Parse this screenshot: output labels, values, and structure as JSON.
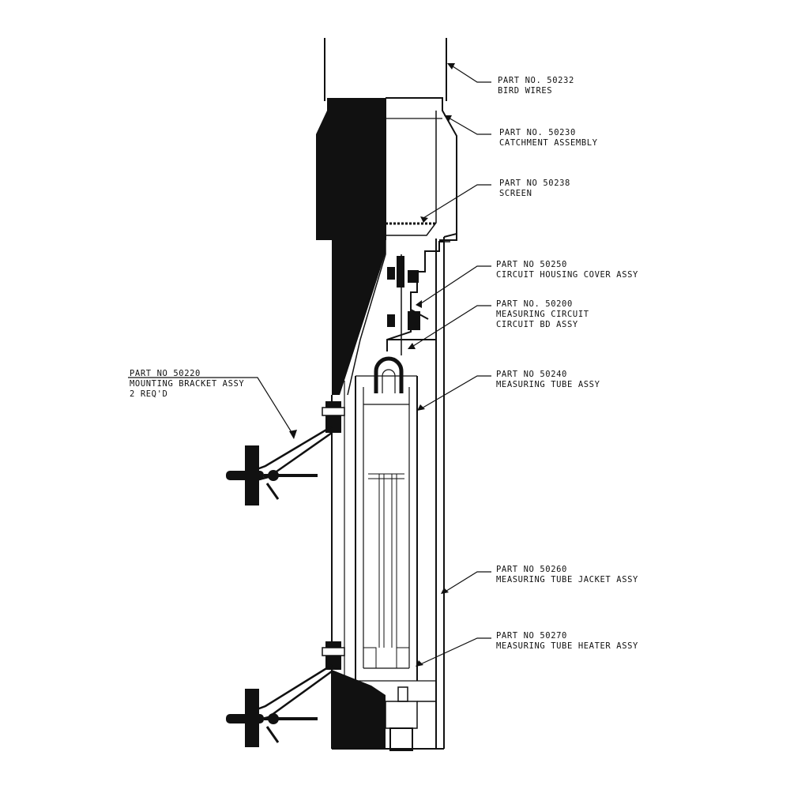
{
  "callouts": [
    {
      "id": "bird-wires",
      "lines": [
        "PART NO. 50232",
        "BIRD WIRES"
      ]
    },
    {
      "id": "catchment-assembly",
      "lines": [
        "PART NO. 50230",
        "CATCHMENT ASSEMBLY"
      ]
    },
    {
      "id": "screen",
      "lines": [
        "PART NO 50238",
        "SCREEN"
      ]
    },
    {
      "id": "circuit-housing-cover",
      "lines": [
        "PART NO 50250",
        "CIRCUIT HOUSING COVER ASSY"
      ]
    },
    {
      "id": "measuring-circuit",
      "lines": [
        "PART NO. 50200",
        "MEASURING CIRCUIT",
        "CIRCUIT BD ASSY"
      ]
    },
    {
      "id": "measuring-tube",
      "lines": [
        "PART NO 50240",
        "MEASURING TUBE ASSY"
      ]
    },
    {
      "id": "mounting-bracket",
      "lines": [
        "PART NO 50220",
        "MOUNTING BRACKET ASSY",
        "2 REQ'D"
      ]
    },
    {
      "id": "tube-jacket",
      "lines": [
        "PART NO 50260",
        "MEASURING TUBE JACKET ASSY"
      ]
    },
    {
      "id": "tube-heater",
      "lines": [
        "PART NO 50270",
        "MEASURING TUBE HEATER ASSY"
      ]
    }
  ],
  "colors": {
    "ink": "#111111",
    "paper": "#ffffff",
    "fill": "#111111"
  }
}
